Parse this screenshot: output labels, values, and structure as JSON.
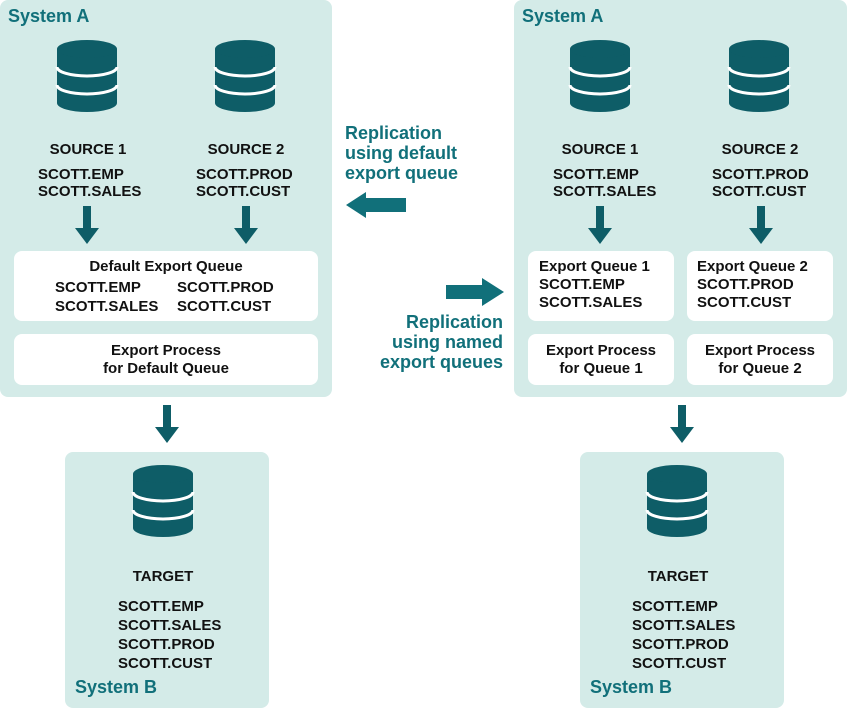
{
  "colors": {
    "accent": "#11707a",
    "panel": "#d4ebe8",
    "db": "#0e5d67"
  },
  "left": {
    "systemA": {
      "title": "System A",
      "source1": {
        "name": "SOURCE 1",
        "tables": [
          "SCOTT.EMP",
          "SCOTT.SALES"
        ]
      },
      "source2": {
        "name": "SOURCE 2",
        "tables": [
          "SCOTT.PROD",
          "SCOTT.CUST"
        ]
      },
      "queue": {
        "title": "Default Export Queue",
        "col1": [
          "SCOTT.EMP",
          "SCOTT.SALES"
        ],
        "col2": [
          "SCOTT.PROD",
          "SCOTT.CUST"
        ]
      },
      "process": [
        "Export Process",
        "for Default Queue"
      ]
    },
    "systemB": {
      "title": "System B",
      "target": {
        "name": "TARGET",
        "tables": [
          "SCOTT.EMP",
          "SCOTT.SALES",
          "SCOTT.PROD",
          "SCOTT.CUST"
        ]
      }
    }
  },
  "right": {
    "systemA": {
      "title": "System A",
      "source1": {
        "name": "SOURCE 1",
        "tables": [
          "SCOTT.EMP",
          "SCOTT.SALES"
        ]
      },
      "source2": {
        "name": "SOURCE 2",
        "tables": [
          "SCOTT.PROD",
          "SCOTT.CUST"
        ]
      },
      "queue1": {
        "title": "Export Queue 1",
        "tables": [
          "SCOTT.EMP",
          "SCOTT.SALES"
        ]
      },
      "queue2": {
        "title": "Export Queue 2",
        "tables": [
          "SCOTT.PROD",
          "SCOTT.CUST"
        ]
      },
      "process1": [
        "Export Process",
        "for Queue 1"
      ],
      "process2": [
        "Export Process",
        "for Queue 2"
      ]
    },
    "systemB": {
      "title": "System B",
      "target": {
        "name": "TARGET",
        "tables": [
          "SCOTT.EMP",
          "SCOTT.SALES",
          "SCOTT.PROD",
          "SCOTT.CUST"
        ]
      }
    }
  },
  "captions": {
    "default": [
      "Replication",
      "using default",
      "export queue"
    ],
    "named": [
      "Replication",
      "using named",
      "export queues"
    ]
  }
}
